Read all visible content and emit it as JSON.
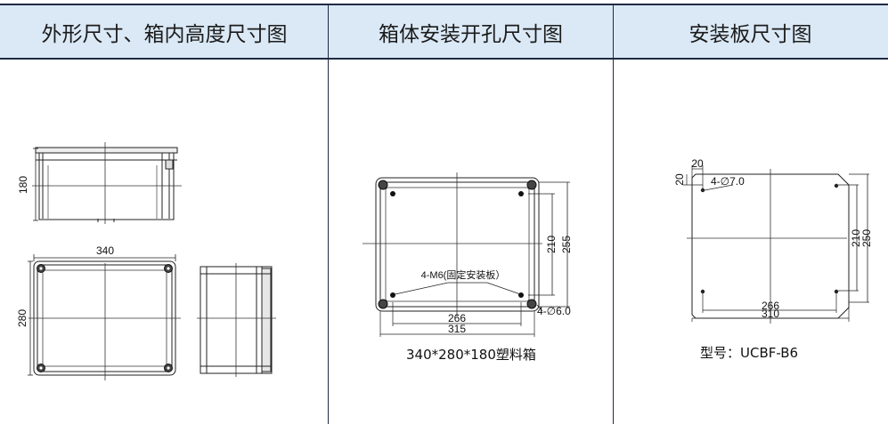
{
  "headers": {
    "col1": "外形尺寸、箱内高度尺寸图",
    "col2": "箱体安装开孔尺寸图",
    "col3": "安装板尺寸图"
  },
  "panel1": {
    "side_height": "180",
    "front_width": "340",
    "front_height": "280"
  },
  "panel2": {
    "hole_callout": "4-M6(固定安装板）",
    "dim_inner_h": "210",
    "dim_outer_h": "255",
    "dim_inner_w": "266",
    "dim_outer_w": "315",
    "corner_hole": "4-∅6.0",
    "caption": "340*280*180塑料箱"
  },
  "panel3": {
    "offset_x": "20",
    "offset_y": "20",
    "hole_callout": "4-∅7.0",
    "dim_inner_h": "210",
    "dim_outer_h": "250",
    "dim_inner_w": "266",
    "dim_outer_w": "310",
    "model_caption": "型号：UCBF-B6"
  }
}
